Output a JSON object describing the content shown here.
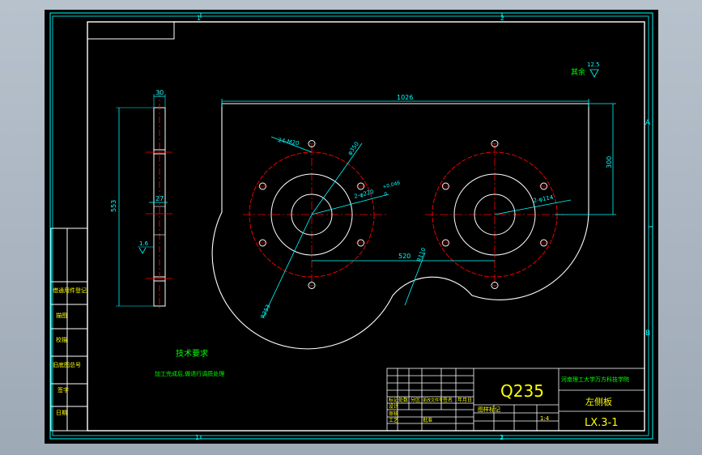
{
  "colors": {
    "background": "#000000",
    "frame": "#00ffff",
    "outline": "#ffffff",
    "centerline": "#ff0000",
    "dimension": "#00ffff",
    "text_yellow": "#ffff00",
    "text_green": "#00ff00"
  },
  "zone_labels": {
    "top_1": "1",
    "top_2": "2",
    "bottom_1": "1",
    "bottom_2": "2",
    "right_a": "A",
    "right_b": "B"
  },
  "dimensions": {
    "width_30": "30",
    "width_27": "27",
    "height_553": "553",
    "roughness_side": "1.6",
    "overall_width": "1026",
    "height_300": "300",
    "holes_m20": "24-M20",
    "dia_350": "φ350",
    "bore_220": "2-φ220",
    "tol_upper": "+0.046",
    "tol_lower": "0",
    "dia_114": "2-φ114",
    "center_distance": "520",
    "r110": "R110",
    "r253": "R253"
  },
  "surface_finish": {
    "label": "其余",
    "value": "12.5"
  },
  "technical_requirements": {
    "title": "技术要求",
    "line_1": "加工完成后,做退行调质处理"
  },
  "left_panel": {
    "rows": [
      "借通用件登记",
      "描图",
      "校描",
      "旧底图总号",
      "签字",
      "日期"
    ]
  },
  "title_block": {
    "material": "Q235",
    "school": "河南理工大学万方科技学院",
    "part_name": "左侧板",
    "drawing_no": "LX.3-1",
    "scale": "1:4",
    "stage_label": "图样标记",
    "row_labels": [
      "标记",
      "处数",
      "分区",
      "更改文件号",
      "签名",
      "年月日"
    ],
    "design_label": "设计",
    "check_label": "审核",
    "process_label": "工艺",
    "approve_label": "批准"
  }
}
